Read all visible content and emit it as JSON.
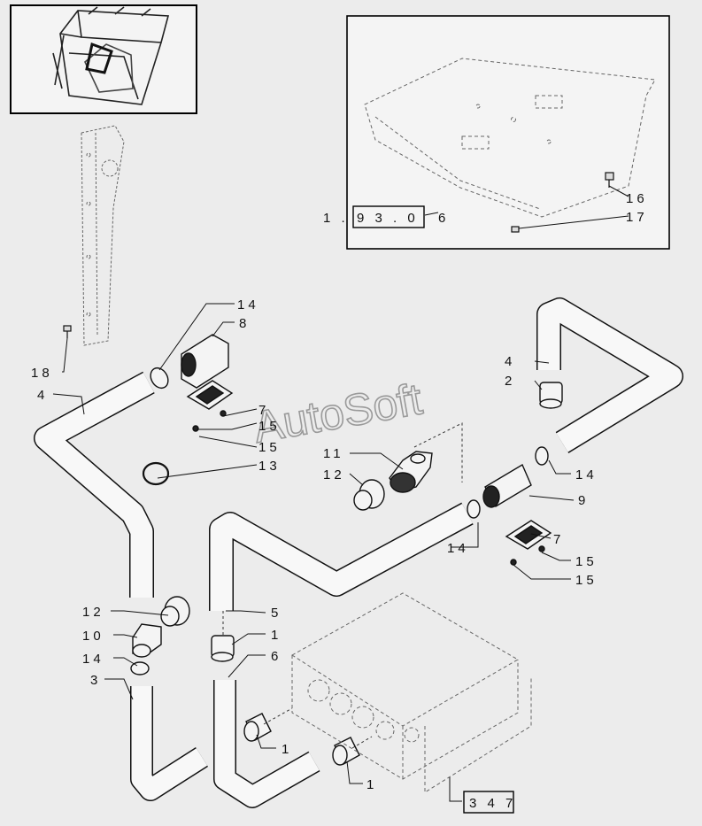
{
  "diagram": {
    "watermark": "AutoSoft",
    "reference_boxes": {
      "cab_reference": "1.93.06",
      "bottom_reference": "347"
    },
    "callouts": {
      "c1a": "1",
      "c1b": "1",
      "c1c": "1",
      "c2": "2",
      "c3": "3",
      "c4a": "4",
      "c4b": "4",
      "c5": "5",
      "c6": "6",
      "c7a": "7",
      "c7b": "7",
      "c8": "8",
      "c9": "9",
      "c10": "10",
      "c11": "11",
      "c12a": "12",
      "c12b": "12",
      "c13": "13",
      "c14a": "14",
      "c14b": "14",
      "c14c": "14",
      "c14d": "14",
      "c15a": "15",
      "c15b": "15",
      "c15c": "15",
      "c15d": "15",
      "c16": "16",
      "c17": "17",
      "c18": "18"
    },
    "cab_ref_prefix": "1 .",
    "cab_ref_box_text": "9 3 . 0",
    "cab_ref_suffix": "6",
    "bottom_ref_text": "3 4 7"
  }
}
